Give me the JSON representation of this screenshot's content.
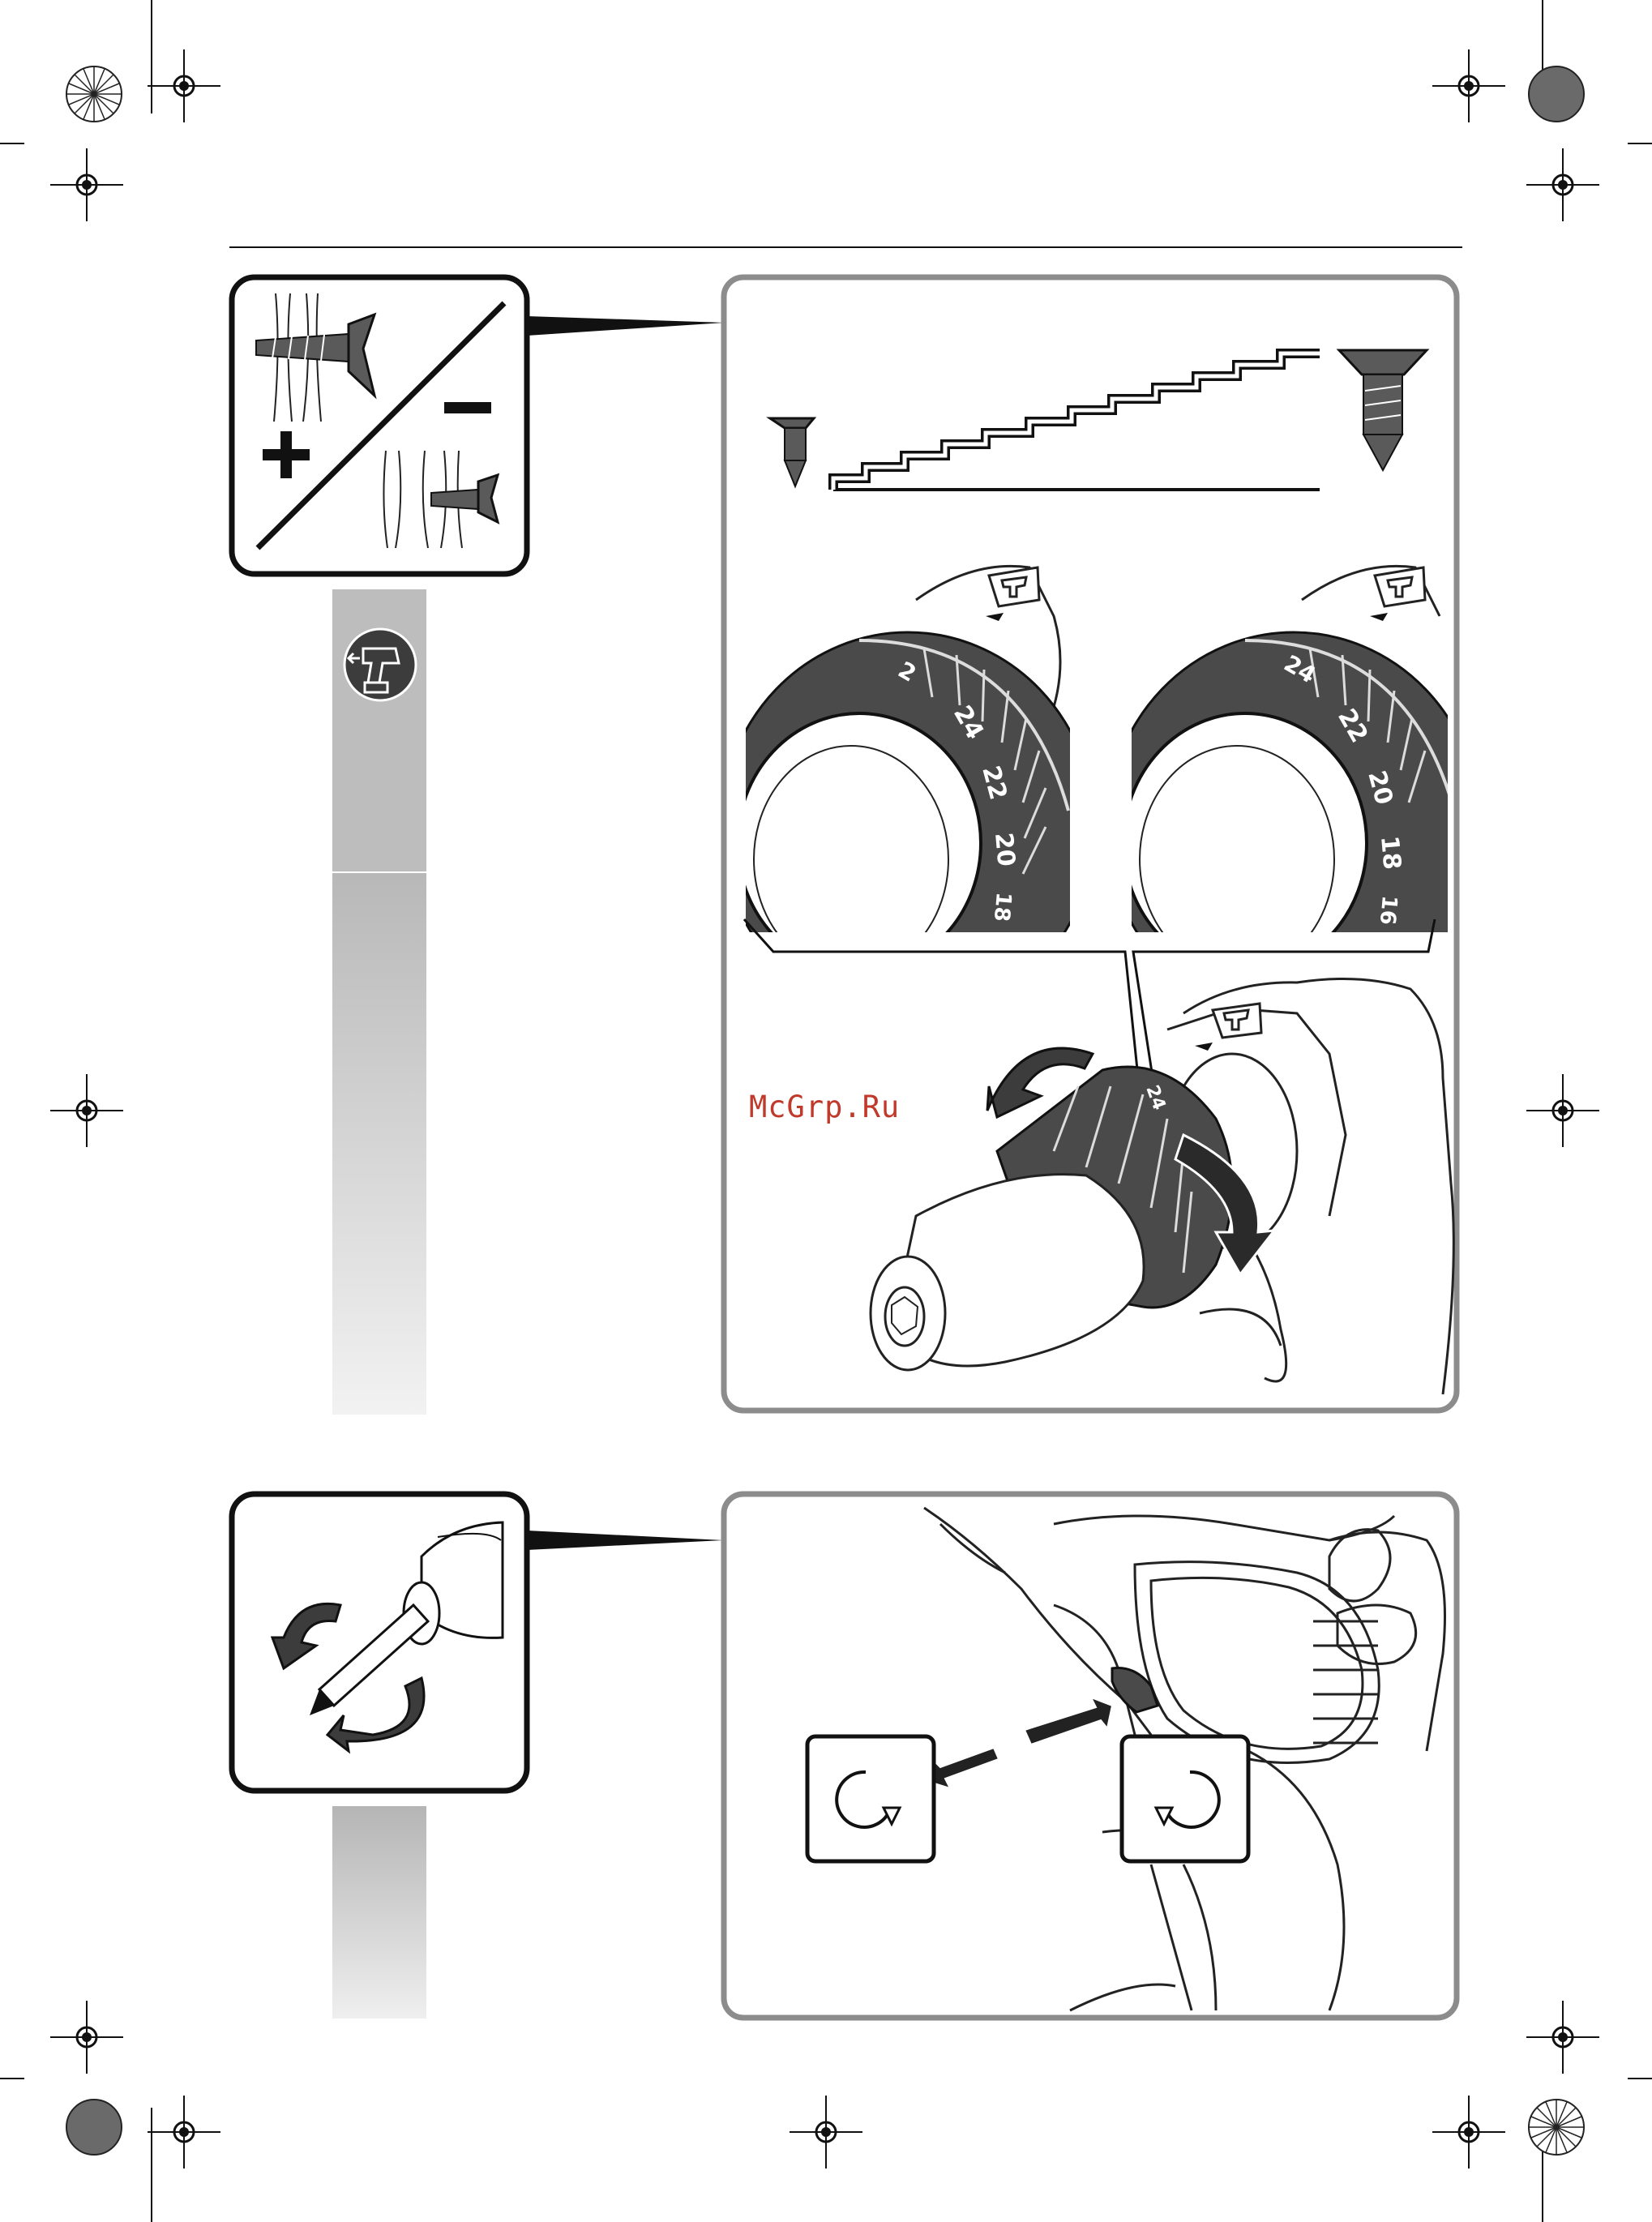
{
  "watermark": "McGrp.Ru",
  "torque": {
    "dial_left_numbers": [
      "2",
      "24",
      "22",
      "20",
      "18"
    ],
    "dial_right_numbers": [
      "24",
      "22",
      "20",
      "18",
      "16"
    ],
    "main_dial_number": "24",
    "icon_plus": "+",
    "icon_minus": "–"
  },
  "icons": {
    "torque_panel": "screw-torque-icon",
    "battery_drill": "battery-drill-icon",
    "rotation_panel": "rotation-direction-icon",
    "clockwise": "rotate-clockwise-icon",
    "counterclockwise": "rotate-counterclockwise-icon"
  },
  "colors": {
    "frame": "#8c8c8c",
    "line": "#111111",
    "dial_dark": "#444444",
    "sidebar_gray": "#bdbdbd",
    "watermark": "#c0392b"
  }
}
